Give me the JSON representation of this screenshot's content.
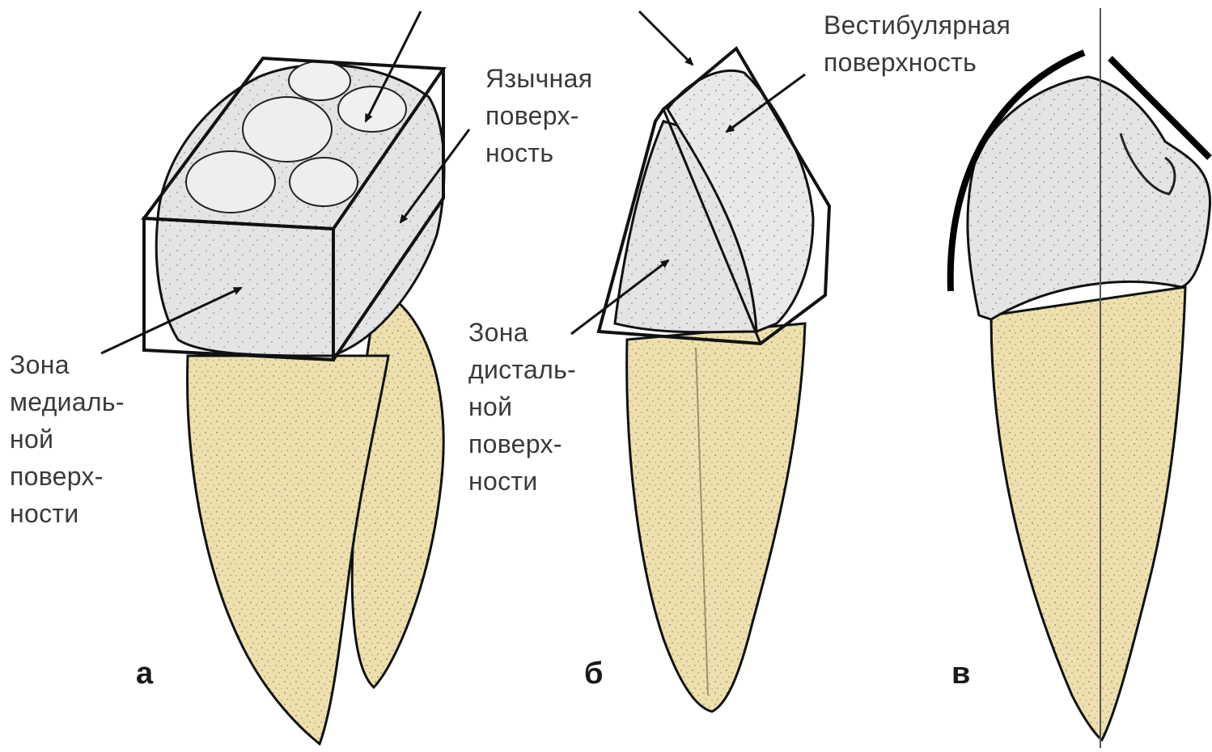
{
  "colors": {
    "root": "#EDE0AE",
    "crown": "#E4E4E6",
    "outline": "#111111",
    "label_text": "#3a3a3a"
  },
  "labels": {
    "lingual_surface": [
      "Язычная",
      "поверх-",
      "ность"
    ],
    "medial_zone": [
      "Зона",
      "медиаль-",
      "ной",
      "поверх-",
      "ности"
    ],
    "vestibular_surface": [
      "Вестибулярная",
      "поверхность"
    ],
    "distal_zone": [
      "Зона",
      "дисталь-",
      "ной",
      "поверх-",
      "ности"
    ]
  },
  "panels": {
    "a": "а",
    "b": "б",
    "c": "в"
  }
}
